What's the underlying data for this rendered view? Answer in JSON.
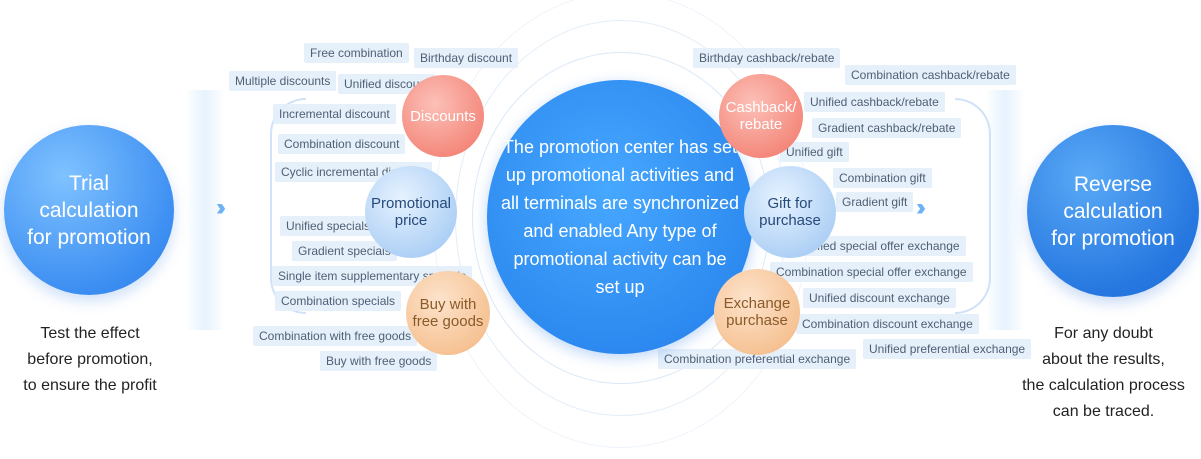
{
  "left": {
    "title": "Trial\ncalculation\nfor promotion",
    "caption": "Test the effect\nbefore promotion,\nto ensure the profit"
  },
  "right": {
    "title": "Reverse\ncalculation\nfor promotion",
    "caption": "For any doubt\nabout the results,\nthe calculation process\ncan be traced."
  },
  "center": {
    "text": "The promotion center has set up promotional activities and all terminals are synchronized and enabled Any type of promotional activity can be set up"
  },
  "categories": {
    "discounts": "Discounts",
    "promotional_price": "Promotional\nprice",
    "buy_with_free_goods": "Buy with\nfree goods",
    "cashback": "Cashback/\nrebate",
    "gift_for_purchase": "Gift for\npurchase",
    "exchange_purchase": "Exchange\npurchase"
  },
  "tags": {
    "free_combination": "Free combination",
    "birthday_discount": "Birthday discount",
    "multiple_discounts": "Multiple discounts",
    "unified_discount": "Unified discount",
    "incremental_discount": "Incremental discount",
    "combination_discount": "Combination discount",
    "cyclic_incremental_discount": "Cyclic incremental discount",
    "unified_specials": "Unified specials",
    "gradient_specials": "Gradient specials",
    "single_item_supplementary_specials": "Single item supplementary specials",
    "combination_specials": "Combination specials",
    "combination_with_free_goods": "Combination with free goods",
    "buy_with_free_goods": "Buy with free goods",
    "birthday_cashback": "Birthday cashback/rebate",
    "combination_cashback": "Combination cashback/rebate",
    "unified_cashback": "Unified cashback/rebate",
    "gradient_cashback": "Gradient cashback/rebate",
    "unified_gift": "Unified gift",
    "combination_gift": "Combination gift",
    "gradient_gift": "Gradient gift",
    "unified_special_offer_exchange": "Unified special offer exchange",
    "combination_special_offer_exchange": "Combination special offer exchange",
    "unified_discount_exchange": "Unified discount exchange",
    "combination_discount_exchange": "Combination discount exchange",
    "unified_preferential_exchange": "Unified preferential exchange",
    "combination_preferential_exchange": "Combination preferential exchange"
  },
  "icons": {
    "left_arrow": "chevron-right-icon",
    "right_arrow": "chevron-right-icon"
  },
  "colors": {
    "left_circle": "#3d8ff2",
    "center_circle": "#2d8af0",
    "right_circle": "#2678e0",
    "discounts": "#f4877a",
    "promotional_price": "#a9cdf4",
    "buy_with_free_goods": "#f5bf8e",
    "cashback": "#f4877a",
    "gift_for_purchase": "#a9cdf4",
    "exchange_purchase": "#f5bf8e"
  }
}
